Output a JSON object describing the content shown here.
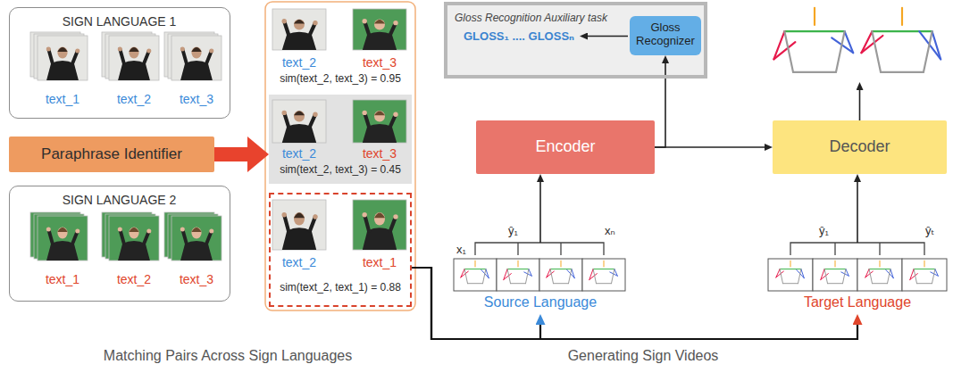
{
  "diagram": {
    "nodes": [
      {
        "text": [
          "SIGN LANGUAGE 1",
          "text_1",
          "text_2",
          "text_3"
        ]
      },
      {
        "text": [
          "Paraphrase Identifier"
        ]
      },
      {
        "text": [
          "SIGN LANGUAGE 2",
          "text_1",
          "text_2",
          "text_3"
        ]
      },
      {
        "text": [
          "text_2",
          "text_3",
          "sim(text_2, text_3) = 0.95"
        ]
      },
      {
        "text": [
          "text_2",
          "text_3",
          "sim(text_2, text_3) = 0.45"
        ]
      },
      {
        "text": [
          "text_2",
          "text_1",
          "sim(text_2, text_1) = 0.88"
        ]
      },
      {
        "text": [
          "Gloss Recognition Auxiliary task",
          "GLOSS₁ .... GLOSSₙ"
        ]
      },
      {
        "text": [
          "Gloss Recognizer"
        ],
        "in": 6
      },
      {
        "text": [
          "Encoder"
        ]
      },
      {
        "text": [
          "Decoder"
        ]
      },
      {
        "text": [
          "Source Language"
        ]
      },
      {
        "text": [
          "Target Language"
        ]
      }
    ],
    "edges": [
      {
        "from": 1,
        "to": 4,
        "arrow": "to"
      },
      {
        "from": 8,
        "to": 7,
        "arrow": "to"
      },
      {
        "from": 8,
        "to": 9,
        "arrow": "to"
      },
      {
        "from": 10,
        "to": 8,
        "arrow": "to"
      },
      {
        "from": 11,
        "to": 9,
        "arrow": "to"
      },
      {
        "from": 5,
        "to": 10,
        "arrow": "to"
      },
      {
        "from": 5,
        "to": 11,
        "arrow": "to"
      }
    ],
    "labels": [
      "ŷ₁",
      "x₁",
      "xₙ",
      "ŷ₁",
      "ŷₜ",
      "Matching Pairs Across Sign Languages",
      "Generating Sign Videos"
    ]
  }
}
